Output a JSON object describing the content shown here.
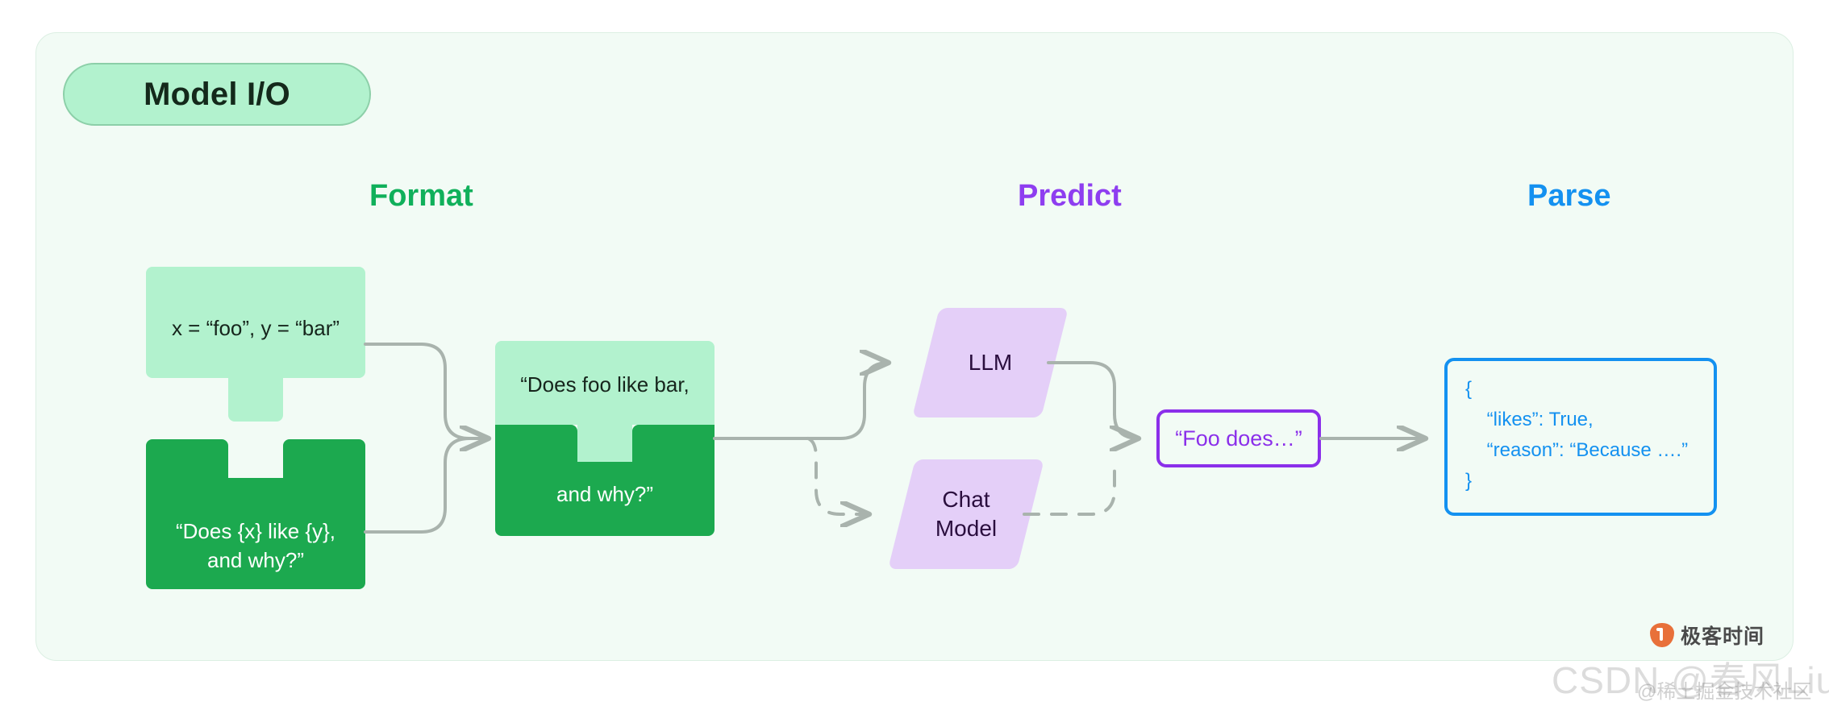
{
  "badge": {
    "label": "Model I/O"
  },
  "headings": {
    "format": "Format",
    "predict": "Predict",
    "parse": "Parse"
  },
  "colors": {
    "panel_bg": "#F2FBF5",
    "panel_border": "#DCEFE3",
    "light_green": "#B2F2CE",
    "dark_green": "#1CA94F",
    "format_green": "#10B05B",
    "predict_purple": "#8E3EF0",
    "parse_blue": "#1491F0",
    "parallelogram_purple": "#E4CFF8",
    "foo_box_border": "#8B2FEA",
    "json_box_border": "#1491F0",
    "wire_gray": "#A9B3AD"
  },
  "format_stage": {
    "variables_piece": {
      "text": "x = “foo”, y = “bar”",
      "fill": "light-green"
    },
    "template_piece": {
      "line1": "“Does {x} like {y},",
      "line2": "and why?”",
      "fill": "dark-green"
    },
    "merged_piece": {
      "top_text": "“Does foo like bar,",
      "bottom_text": "and why?”"
    }
  },
  "predict_stage": {
    "models": [
      {
        "label": "LLM",
        "connector": "solid"
      },
      {
        "label": "Chat\nModel",
        "label_line1": "Chat",
        "label_line2": "Model",
        "connector": "dashed"
      }
    ],
    "output_box": {
      "text": "“Foo does…”"
    }
  },
  "parse_stage": {
    "json_box": {
      "lines": [
        "{",
        "    “likes”: True,",
        "    “reason”: “Because ….”",
        "}"
      ],
      "line0": "{",
      "line1": "    “likes”: True,",
      "line2": "    “reason”: “Because ….”",
      "line3": "}"
    }
  },
  "watermarks": {
    "geektime": "极客时间",
    "csdn": "CSDN @春风LiuK",
    "juejin": "@稀土掘金技术社区"
  }
}
